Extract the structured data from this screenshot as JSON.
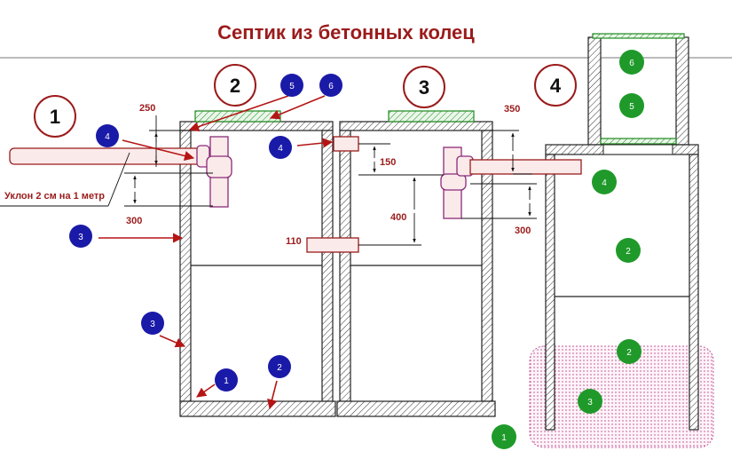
{
  "title": "Септик из бетонных колец",
  "slope_label": "Уклон 2 см на 1 метр",
  "dimensions": {
    "d250": "250",
    "d300_left": "300",
    "d150": "150",
    "d400": "400",
    "d110": "110",
    "d350": "350",
    "d300_right": "300"
  },
  "sections": [
    "1",
    "2",
    "3",
    "4"
  ],
  "blue_markers": {
    "m5": "5",
    "m6": "6",
    "m4_left": "4",
    "m4_mid": "4",
    "m3_top": "3",
    "m3_bottom": "3",
    "m1": "1",
    "m2": "2"
  },
  "green_markers": {
    "g6": "6",
    "g5": "5",
    "g4": "4",
    "g2_top": "2",
    "g2_bottom": "2",
    "g3": "3",
    "g1": "1"
  },
  "colors": {
    "title": "#9b1b1b",
    "blue_marker": "#1a1aa8",
    "green_marker": "#1f9a2a",
    "arrow": "#b51515",
    "lid": "#1f8a1f"
  }
}
